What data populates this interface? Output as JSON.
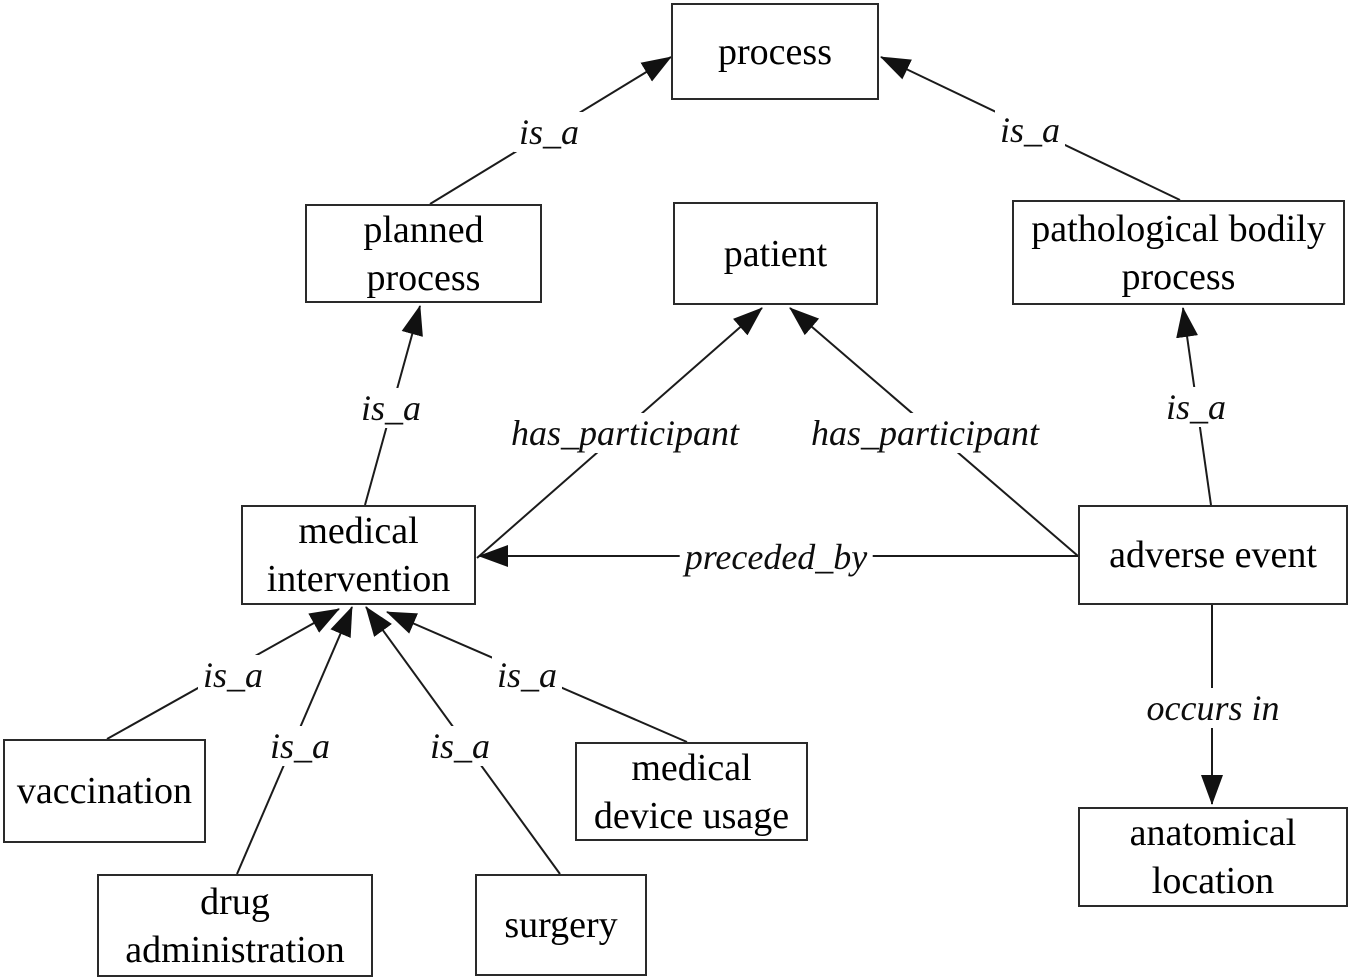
{
  "diagram": {
    "type": "ontology-graph",
    "colors": {
      "background": "#ffffff",
      "box_fill": "#ffffff",
      "box_border": "#2a2a2a",
      "line": "#1b1b1b",
      "arrowhead": "#111111",
      "text": "#000000"
    }
  },
  "nodes": [
    {
      "id": "process",
      "label": "process"
    },
    {
      "id": "planned_process",
      "label": "planned\nprocess"
    },
    {
      "id": "patient",
      "label": "patient"
    },
    {
      "id": "pathological_bodily_process",
      "label": "pathological bodily\nprocess"
    },
    {
      "id": "medical_intervention",
      "label": "medical\nintervention"
    },
    {
      "id": "adverse_event",
      "label": "adverse event"
    },
    {
      "id": "vaccination",
      "label": "vaccination"
    },
    {
      "id": "drug_administration",
      "label": "drug\nadministration"
    },
    {
      "id": "surgery",
      "label": "surgery"
    },
    {
      "id": "medical_device_usage",
      "label": "medical\ndevice usage"
    },
    {
      "id": "anatomical_location",
      "label": "anatomical\nlocation"
    }
  ],
  "edges": [
    {
      "from": "planned_process",
      "to": "process",
      "label": "is_a"
    },
    {
      "from": "pathological_bodily_process",
      "to": "process",
      "label": "is_a"
    },
    {
      "from": "medical_intervention",
      "to": "planned_process",
      "label": "is_a"
    },
    {
      "from": "medical_intervention",
      "to": "patient",
      "label": "has_participant"
    },
    {
      "from": "adverse_event",
      "to": "patient",
      "label": "has_participant"
    },
    {
      "from": "adverse_event",
      "to": "pathological_bodily_process",
      "label": "is_a"
    },
    {
      "from": "adverse_event",
      "to": "medical_intervention",
      "label": "preceded_by"
    },
    {
      "from": "vaccination",
      "to": "medical_intervention",
      "label": "is_a"
    },
    {
      "from": "drug_administration",
      "to": "medical_intervention",
      "label": "is_a"
    },
    {
      "from": "surgery",
      "to": "medical_intervention",
      "label": "is_a"
    },
    {
      "from": "medical_device_usage",
      "to": "medical_intervention",
      "label": "is_a"
    },
    {
      "from": "adverse_event",
      "to": "anatomical_location",
      "label": "occurs in"
    }
  ]
}
